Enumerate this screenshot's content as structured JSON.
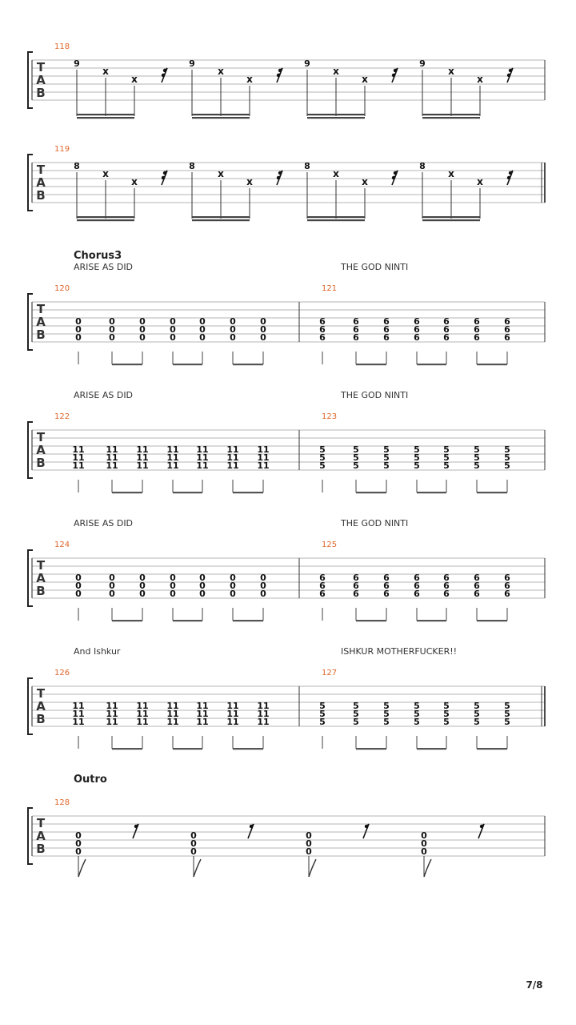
{
  "page_number": "7/8",
  "systems": [
    {
      "section": "",
      "barline_end": "single",
      "measures": [
        {
          "number": "118",
          "lyric": "",
          "groups": [
            {
              "type": "beam16",
              "notes": [
                {
                  "s": 1,
                  "v": "9"
                },
                {
                  "s": 2,
                  "v": "x"
                },
                {
                  "s": 3,
                  "v": "x"
                }
              ]
            },
            {
              "type": "beam16",
              "notes": [
                {
                  "s": 1,
                  "v": "9"
                },
                {
                  "s": 2,
                  "v": "x"
                },
                {
                  "s": 3,
                  "v": "x"
                }
              ]
            },
            {
              "type": "beam16",
              "notes": [
                {
                  "s": 1,
                  "v": "9"
                },
                {
                  "s": 2,
                  "v": "x"
                },
                {
                  "s": 3,
                  "v": "x"
                }
              ]
            },
            {
              "type": "beam16",
              "notes": [
                {
                  "s": 1,
                  "v": "9"
                },
                {
                  "s": 2,
                  "v": "x"
                },
                {
                  "s": 3,
                  "v": "x"
                }
              ]
            }
          ]
        }
      ]
    },
    {
      "section": "",
      "barline_end": "double",
      "measures": [
        {
          "number": "119",
          "lyric": "",
          "groups": [
            {
              "type": "beam16",
              "notes": [
                {
                  "s": 1,
                  "v": "8"
                },
                {
                  "s": 2,
                  "v": "x"
                },
                {
                  "s": 3,
                  "v": "x"
                }
              ]
            },
            {
              "type": "beam16",
              "notes": [
                {
                  "s": 1,
                  "v": "8"
                },
                {
                  "s": 2,
                  "v": "x"
                },
                {
                  "s": 3,
                  "v": "x"
                }
              ]
            },
            {
              "type": "beam16",
              "notes": [
                {
                  "s": 1,
                  "v": "8"
                },
                {
                  "s": 2,
                  "v": "x"
                },
                {
                  "s": 3,
                  "v": "x"
                }
              ]
            },
            {
              "type": "beam16",
              "notes": [
                {
                  "s": 1,
                  "v": "8"
                },
                {
                  "s": 2,
                  "v": "x"
                },
                {
                  "s": 3,
                  "v": "x"
                }
              ]
            }
          ]
        }
      ]
    },
    {
      "section": "Chorus3",
      "barline_end": "single",
      "measures": [
        {
          "number": "120",
          "lyric": "ARISE AS DID",
          "fret": "0",
          "type": "chords"
        },
        {
          "number": "121",
          "lyric": "THE GOD NINTI",
          "fret": "6",
          "type": "chords"
        }
      ]
    },
    {
      "section": "",
      "barline_end": "single",
      "measures": [
        {
          "number": "122",
          "lyric": "ARISE AS DID",
          "fret": "11",
          "type": "chords"
        },
        {
          "number": "123",
          "lyric": "THE GOD NINTI",
          "fret": "5",
          "type": "chords"
        }
      ]
    },
    {
      "section": "",
      "barline_end": "single",
      "measures": [
        {
          "number": "124",
          "lyric": "ARISE AS DID",
          "fret": "0",
          "type": "chords"
        },
        {
          "number": "125",
          "lyric": "THE GOD NINTI",
          "fret": "6",
          "type": "chords"
        }
      ]
    },
    {
      "section": "",
      "barline_end": "double",
      "measures": [
        {
          "number": "126",
          "lyric": "And Ishkur",
          "fret": "11",
          "type": "chords"
        },
        {
          "number": "127",
          "lyric": "ISHKUR MOTHERFUCKER!!",
          "fret": "5",
          "type": "chords"
        }
      ]
    },
    {
      "section": "Outro",
      "barline_end": "single",
      "measures": [
        {
          "number": "128",
          "lyric": "",
          "fret": "0",
          "type": "outro"
        }
      ]
    }
  ]
}
